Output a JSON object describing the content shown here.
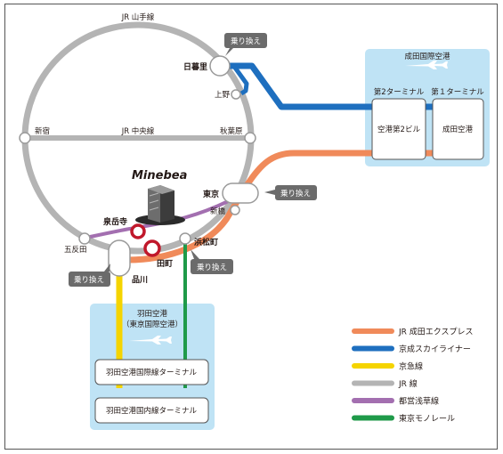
{
  "title": "",
  "colors": {
    "jr": "#b4b4b4",
    "narita_express": "#f08a5a",
    "keisei": "#1e6fbf",
    "keikyu": "#f5d400",
    "asakusa": "#a36fb0",
    "monorail": "#1f9a49",
    "airport_bg": "#bfe3f5",
    "transfer_tag": "#6b6b6b"
  },
  "lines": {
    "yamanote": "JR 山手線",
    "chuo": "JR 中央線"
  },
  "stations": {
    "nippori": "日暮里",
    "ueno": "上野",
    "shinjuku": "新宿",
    "akihabara": "秋葉原",
    "tokyo": "東京",
    "shinbashi": "新橋",
    "hamamatsucho": "浜松町",
    "sengakuji": "泉岳寺",
    "tamachi": "田町",
    "gotanda": "五反田",
    "shinagawa": "品川"
  },
  "transfer_label": "乗り換え",
  "company": "Minebea",
  "narita": {
    "name": "成田国際空港",
    "terminal2_label": "第2ターミナル",
    "terminal1_label": "第１ターミナル",
    "terminal2_station": "空港第2ビル",
    "terminal1_station": "成田空港"
  },
  "haneda": {
    "name": "羽田空港",
    "sub": "（東京国際空港）",
    "intl_terminal": "羽田空港国際線ターミナル",
    "dom_terminal": "羽田空港国内線ターミナル"
  },
  "legend": [
    {
      "label": "JR 成田エクスプレス",
      "color": "#f08a5a"
    },
    {
      "label": "京成スカイライナー",
      "color": "#1e6fbf"
    },
    {
      "label": "京急線",
      "color": "#f5d400"
    },
    {
      "label": "JR 線",
      "color": "#b4b4b4"
    },
    {
      "label": "都営浅草線",
      "color": "#a36fb0"
    },
    {
      "label": "東京モノレール",
      "color": "#1f9a49"
    }
  ]
}
